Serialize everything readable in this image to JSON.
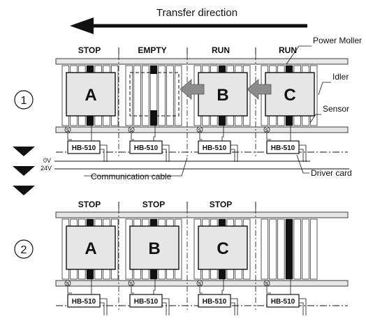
{
  "direction": {
    "label": "Transfer direction"
  },
  "callouts": {
    "power_moller": "Power Moller",
    "idler": "Idler",
    "sensor": "Sensor",
    "driver_card": "Driver card",
    "communication_cable": "Communication cable"
  },
  "power_lines": {
    "zero": "0V",
    "plus": "24V"
  },
  "sensor_marker": "S",
  "driver_label": "HB-510",
  "scene1": {
    "step": "1",
    "zones": [
      {
        "status": "STOP",
        "item": "A"
      },
      {
        "status": "EMPTY",
        "item": ""
      },
      {
        "status": "RUN",
        "item": "B"
      },
      {
        "status": "RUN",
        "item": "C"
      }
    ]
  },
  "scene2": {
    "step": "2",
    "zones": [
      {
        "status": "STOP",
        "item": "A"
      },
      {
        "status": "STOP",
        "item": "B"
      },
      {
        "status": "STOP",
        "item": "C"
      },
      {
        "status": "",
        "item": ""
      }
    ]
  },
  "colors": {
    "ink": "#111111",
    "rail": "#e6e6e6",
    "box": "#e6e6e6",
    "push_arrow": "#8c8c8c"
  }
}
